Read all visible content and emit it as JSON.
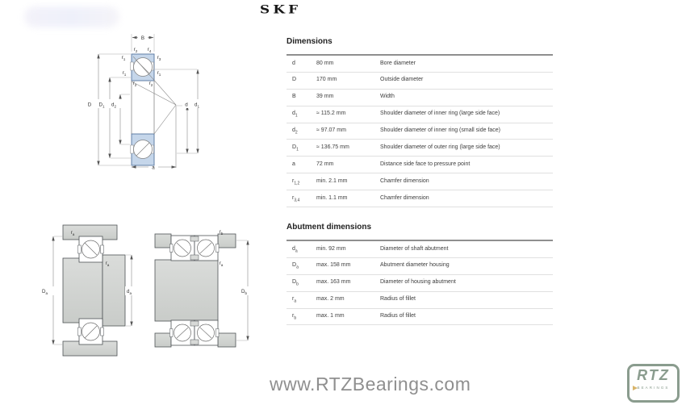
{
  "header": {
    "brand": "SKF"
  },
  "dimensions_table": {
    "title": "Dimensions",
    "rows": [
      {
        "sym": "d",
        "sub": "",
        "value": "80 mm",
        "desc": "Bore diameter"
      },
      {
        "sym": "D",
        "sub": "",
        "value": "170 mm",
        "desc": "Outside diameter"
      },
      {
        "sym": "B",
        "sub": "",
        "value": "39 mm",
        "desc": "Width"
      },
      {
        "sym": "d",
        "sub": "1",
        "value": "≈ 115.2 mm",
        "desc": "Shoulder diameter of inner ring (large side face)"
      },
      {
        "sym": "d",
        "sub": "2",
        "value": "≈ 97.07 mm",
        "desc": "Shoulder diameter of inner ring (small side face)"
      },
      {
        "sym": "D",
        "sub": "1",
        "value": "≈ 136.75 mm",
        "desc": "Shoulder diameter of outer ring (large side face)"
      },
      {
        "sym": "a",
        "sub": "",
        "value": "72 mm",
        "desc": "Distance side face to pressure point"
      },
      {
        "sym": "r",
        "sub": "1,2",
        "value": "min. 2.1 mm",
        "desc": "Chamfer dimension"
      },
      {
        "sym": "r",
        "sub": "3,4",
        "value": "min. 1.1 mm",
        "desc": "Chamfer dimension"
      }
    ]
  },
  "abutment_table": {
    "title": "Abutment dimensions",
    "rows": [
      {
        "sym": "d",
        "sub": "a",
        "value": "min. 92 mm",
        "desc": "Diameter of shaft abutment"
      },
      {
        "sym": "D",
        "sub": "a",
        "value": "max. 158 mm",
        "desc": "Abutment diameter housing"
      },
      {
        "sym": "D",
        "sub": "b",
        "value": "max. 163 mm",
        "desc": "Diameter of housing abutment"
      },
      {
        "sym": "r",
        "sub": "a",
        "value": "max. 2 mm",
        "desc": "Radius of fillet"
      },
      {
        "sym": "r",
        "sub": "b",
        "value": "max. 1 mm",
        "desc": "Radius of fillet"
      }
    ]
  },
  "cross_section": {
    "labels": {
      "B": "B",
      "a": "a",
      "D": {
        "b": "D",
        "s": ""
      },
      "D1": {
        "b": "D",
        "s": "1"
      },
      "d2": {
        "b": "d",
        "s": "2"
      },
      "d": {
        "b": "d",
        "s": ""
      },
      "d1": {
        "b": "d",
        "s": "1"
      },
      "r2_top": {
        "b": "r",
        "s": "2"
      },
      "r4_top": {
        "b": "r",
        "s": "4"
      },
      "r1_left": {
        "b": "r",
        "s": "1"
      },
      "r3_right": {
        "b": "r",
        "s": "3"
      },
      "r1_mid_left": {
        "b": "r",
        "s": "1"
      },
      "r1_mid_right": {
        "b": "r",
        "s": "1"
      },
      "r2_low_left": {
        "b": "r",
        "s": "2"
      },
      "r2_low_right": {
        "b": "r",
        "s": "2"
      }
    }
  },
  "mounting": {
    "single": {
      "Da": {
        "b": "D",
        "s": "a"
      },
      "da": {
        "b": "d",
        "s": "a"
      },
      "ra_top": {
        "b": "r",
        "s": "a"
      },
      "ra_mid": {
        "b": "r",
        "s": "a"
      }
    },
    "paired": {
      "Db": {
        "b": "D",
        "s": "b"
      },
      "rb": {
        "b": "r",
        "s": "b"
      },
      "ra": {
        "b": "r",
        "s": "a"
      }
    }
  },
  "footer": {
    "url": "www.RTZBearings.com",
    "logo_text": "RTZ",
    "logo_sub": "BEARINGS"
  },
  "colors": {
    "bearing_blue": "#c5d6ea",
    "bearing_blue_stroke": "#54749e",
    "drawing_gray": "#d2d4d2",
    "outline_gray": "#4e5356",
    "logo_green": "#8a9c8e",
    "footer_text_gray": "#8f8f8f"
  }
}
